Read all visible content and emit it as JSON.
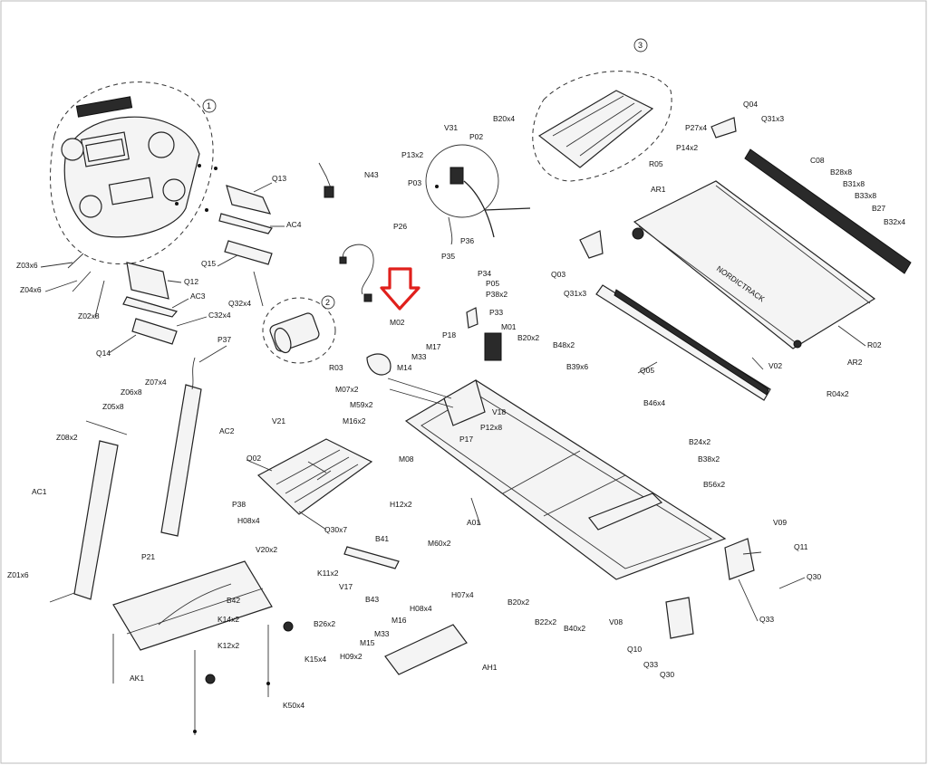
{
  "diagram": {
    "callouts": [
      "1",
      "2",
      "3"
    ],
    "labels": {
      "Z03x6": "Z03x6",
      "Z04x6": "Z04x6",
      "Z02x8": "Z02x8",
      "Q13": "Q13",
      "AC4": "AC4",
      "Q15": "Q15",
      "Q32x4": "Q32x4",
      "Q12": "Q12",
      "AC3": "AC3",
      "C32x4": "C32x4",
      "Q14": "Q14",
      "P37": "P37",
      "Z07x4": "Z07x4",
      "Z06x8": "Z06x8",
      "Z05x8": "Z05x8",
      "Z08x2": "Z08x2",
      "AC2": "AC2",
      "AC1": "AC1",
      "Z01x6": "Z01x6",
      "N43": "N43",
      "V31": "V31",
      "P13x2": "P13x2",
      "P02": "P02",
      "P03": "P03",
      "P36": "P36",
      "P35": "P35",
      "P26": "P26",
      "B20x4": "B20x4",
      "Q04": "Q04",
      "P27x4": "P27x4",
      "Q31x3": "Q31x3",
      "P14x2": "P14x2",
      "R05": "R05",
      "AR1": "AR1",
      "C08": "C08",
      "B28x8": "B28x8",
      "B31x8": "B31x8",
      "B33x8": "B33x8",
      "B27": "B27",
      "B32x4": "B32x4",
      "Q03": "Q03",
      "Q31x3b": "Q31x3",
      "R02": "R02",
      "Q05": "Q05",
      "V02": "V02",
      "AR2": "AR2",
      "R04x2": "R04x2",
      "P34": "P34",
      "P05": "P05",
      "P38x2": "P38x2",
      "P33": "P33",
      "M01": "M01",
      "M02": "M02",
      "B20x2": "B20x2",
      "B48x2": "B48x2",
      "B39x6": "B39x6",
      "B46x4": "B46x4",
      "P18": "P18",
      "M17": "M17",
      "M33": "M33",
      "R03": "R03",
      "M14": "M14",
      "M07x2": "M07x2",
      "M59x2": "M59x2",
      "M16x2": "M16x2",
      "V18": "V18",
      "P12x8": "P12x8",
      "P17": "P17",
      "M08": "M08",
      "H12x2": "H12x2",
      "A01": "A01",
      "V21": "V21",
      "Q02": "Q02",
      "Q30x7": "Q30x7",
      "P38": "P38",
      "H08x4": "H08x4",
      "P21": "P21",
      "V20x2": "V20x2",
      "B41": "B41",
      "M60x2": "M60x2",
      "V17": "V17",
      "K11x2": "K11x2",
      "B43": "B43",
      "B42": "B42",
      "K14x2": "K14x2",
      "B26x2": "B26x2",
      "K12x2": "K12x2",
      "K15x4": "K15x4",
      "AK1": "AK1",
      "K50x4": "K50x4",
      "H08x4b": "H08x4",
      "M16": "M16",
      "H07x4": "H07x4",
      "M33b": "M33",
      "M15": "M15",
      "H09x2": "H09x2",
      "AH1": "AH1",
      "B24x2": "B24x2",
      "B38x2": "B38x2",
      "B56x2": "B56x2",
      "B20x2b": "B20x2",
      "B22x2": "B22x2",
      "B40x2": "B40x2",
      "V09": "V09",
      "Q11": "Q11",
      "Q30": "Q30",
      "Q33": "Q33",
      "V08": "V08",
      "Q10": "Q10",
      "Q33b": "Q33",
      "Q30b": "Q30"
    }
  },
  "colors": {
    "highlight_arrow": "#e0201c",
    "line": "#222222"
  }
}
